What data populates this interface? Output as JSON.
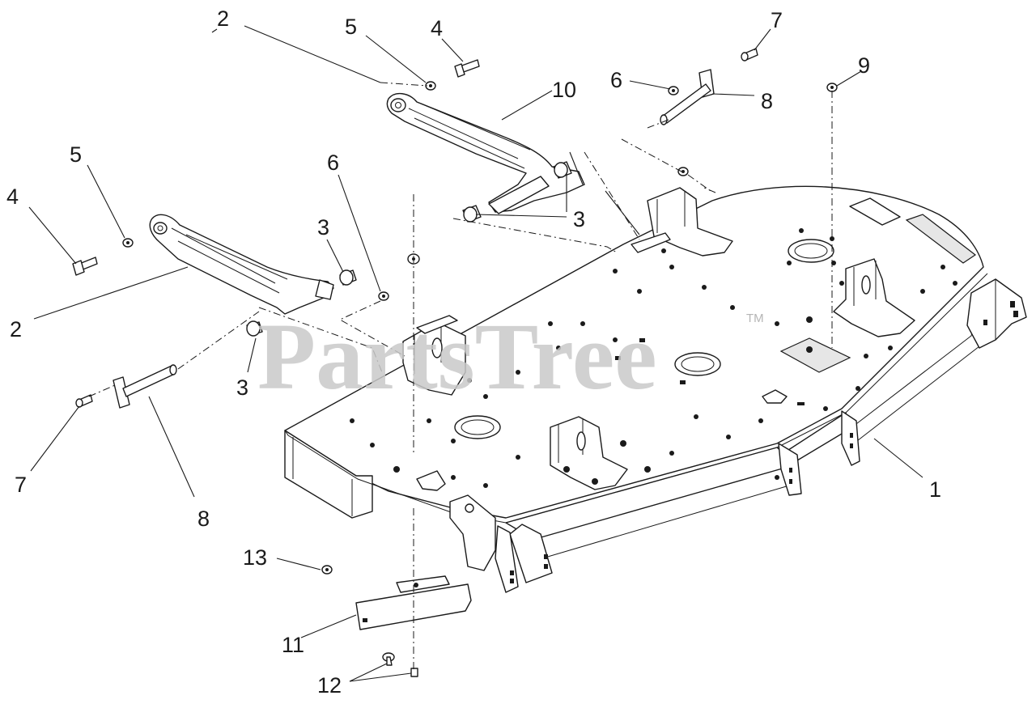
{
  "watermark": {
    "text": "PartsTree",
    "trademark": "TM"
  },
  "callouts": {
    "c1": "1",
    "c2a": "2",
    "c2b": "2",
    "c3a": "3",
    "c3b": "3",
    "c3c": "3",
    "c4a": "4",
    "c4b": "4",
    "c5a": "5",
    "c5b": "5",
    "c6a": "6",
    "c6b": "6",
    "c7a": "7",
    "c7b": "7",
    "c8a": "8",
    "c8b": "8",
    "c9": "9",
    "c10": "10",
    "c11": "11",
    "c12": "12",
    "c13": "13"
  },
  "colors": {
    "line": "#1a1a1a",
    "watermark": "#c9c9c9",
    "background": "#ffffff"
  }
}
